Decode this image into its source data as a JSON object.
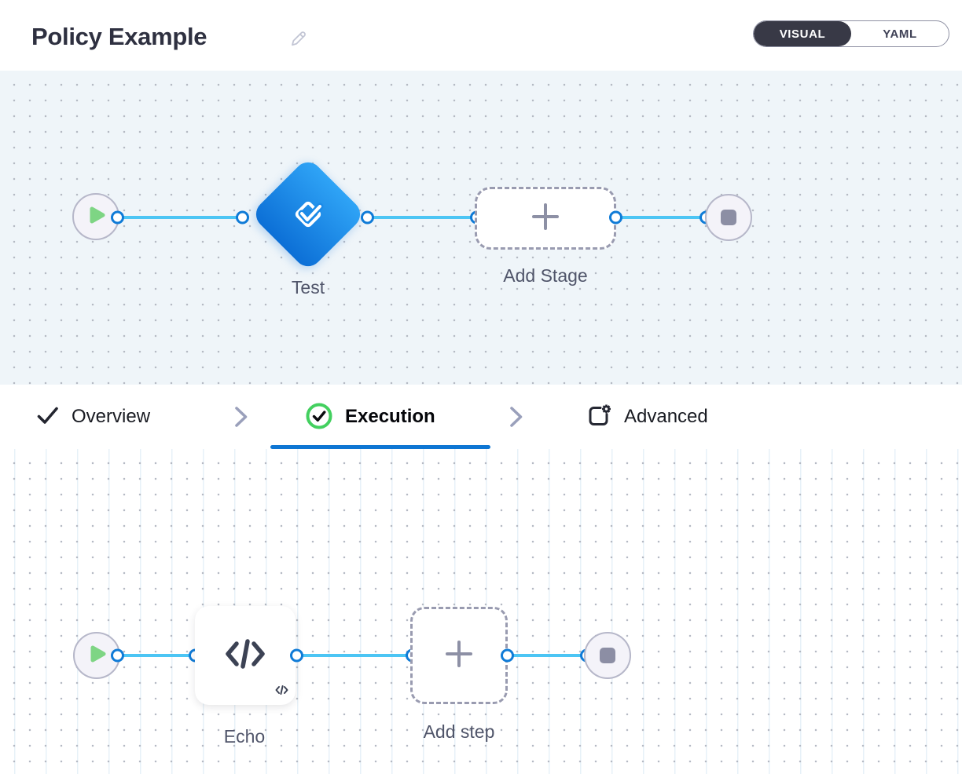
{
  "header": {
    "title": "Policy Example",
    "edit_icon": "pencil-icon",
    "view_toggle": {
      "visual": "VISUAL",
      "yaml": "YAML",
      "selected": "VISUAL"
    }
  },
  "stage_pipeline": {
    "start_icon": "play-icon",
    "stage": {
      "label": "Test",
      "icon": "check-square-icon"
    },
    "add_stage": {
      "label": "Add Stage",
      "icon": "plus-icon"
    },
    "end_icon": "stop-icon"
  },
  "tabs": [
    {
      "label": "Overview",
      "icon": "check-icon",
      "active": false
    },
    {
      "label": "Execution",
      "icon": "check-circle-icon",
      "active": true
    },
    {
      "label": "Advanced",
      "icon": "settings-box-icon",
      "active": false
    }
  ],
  "step_pipeline": {
    "start_icon": "play-icon",
    "step": {
      "label": "Echo",
      "icon": "code-icon"
    },
    "add_step": {
      "label": "Add step",
      "icon": "plus-icon"
    },
    "end_icon": "stop-icon"
  },
  "colors": {
    "accent_blue": "#0e76d3",
    "connector_blue": "#4cc5f4",
    "stage_gradient_start": "#2fa4f6",
    "stage_gradient_end": "#0c6fd6",
    "success_green": "#43d05f",
    "play_green": "#7ed584",
    "toggle_dark": "#383946"
  }
}
